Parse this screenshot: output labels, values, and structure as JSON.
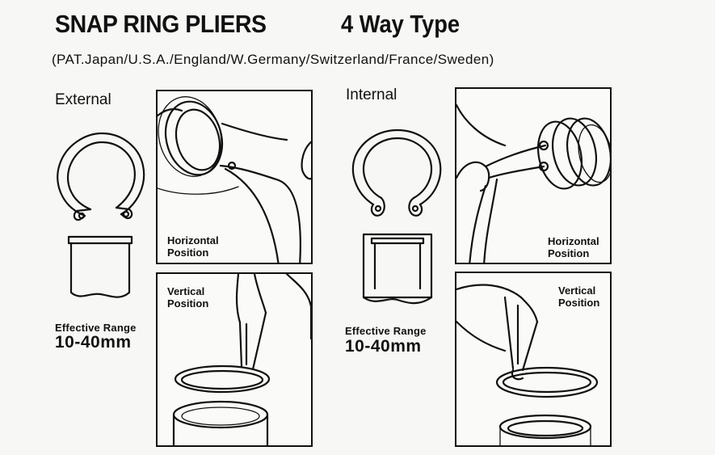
{
  "header": {
    "title": "SNAP RING PLIERS",
    "subtitle": "4 Way Type",
    "patents": "(PAT.Japan/U.S.A./England/W.Germany/Switzerland/France/Sweden)"
  },
  "external": {
    "label": "External",
    "range_label": "Effective Range",
    "range_value": "10-40mm",
    "horizontal_caption_1": "Horizontal",
    "horizontal_caption_2": "Position",
    "vertical_caption_1": "Vertical",
    "vertical_caption_2": "Position"
  },
  "internal": {
    "label": "Internal",
    "range_label": "Effective Range",
    "range_value": "10-40mm",
    "horizontal_caption_1": "Horizontal",
    "horizontal_caption_2": "Position",
    "vertical_caption_1": "Vertical",
    "vertical_caption_2": "Position"
  }
}
